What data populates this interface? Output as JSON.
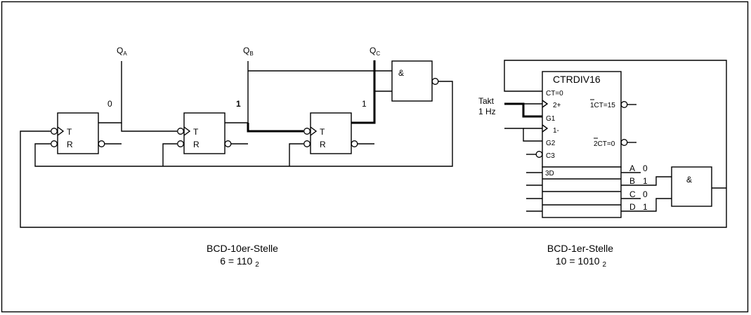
{
  "tens": {
    "qa_main": "Q",
    "qa_sub": "A",
    "qb_main": "Q",
    "qb_sub": "B",
    "qc_main": "Q",
    "qc_sub": "C",
    "val_a": "0",
    "val_b": "1",
    "val_c": "1",
    "ff_t": "T",
    "ff_r": "R",
    "and_gate": "&",
    "caption_title": "BCD-10er-Stelle",
    "caption_value": "6 = 110",
    "caption_sub": "2"
  },
  "ones": {
    "chip_name": "CTRDIV16",
    "pin_ct0": "CT=0",
    "pin_2plus": "2+",
    "pin_g1": "G1",
    "pin_1minus": "1-",
    "pin_g2": "G2",
    "pin_c3": "C3",
    "pin_3d": "3D",
    "pin_ct15": "1CT=15",
    "pin_ct0_out": "2CT=0",
    "clock_label_1": "Takt",
    "clock_label_2": "1 Hz",
    "out_a": "A",
    "out_b": "B",
    "out_c": "C",
    "out_d": "D",
    "val_a": "0",
    "val_b": "1",
    "val_c": "0",
    "val_d": "1",
    "and_gate": "&",
    "caption_title": "BCD-1er-Stelle",
    "caption_value": "10 = 1010",
    "caption_sub": "2"
  }
}
